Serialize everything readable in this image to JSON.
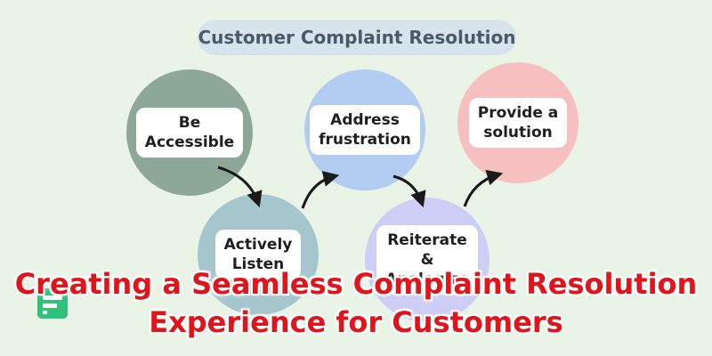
{
  "diagram": {
    "title": "Customer Complaint Resolution",
    "nodes": [
      {
        "label": "Be\nAccessible",
        "color": "#8ea897"
      },
      {
        "label": "Actively\nListen",
        "color": "#a6c6cd"
      },
      {
        "label": "Address\nfrustration",
        "color": "#b3cdf2"
      },
      {
        "label": "Reiterate\n&\nApologize",
        "color": "#cdcdf5"
      },
      {
        "label": "Provide a\nsolution",
        "color": "#f7c0c0"
      }
    ]
  },
  "headline": {
    "line1": "Creating a Seamless Complaint Resolution",
    "line2": "Experience for Customers"
  },
  "colors": {
    "background": "#e9f3e6",
    "headline": "#e0141b",
    "arrow": "#1a1a1a",
    "logo": "#2fc27a"
  },
  "icons": {
    "logo": "stacked-bars-logo-icon"
  }
}
